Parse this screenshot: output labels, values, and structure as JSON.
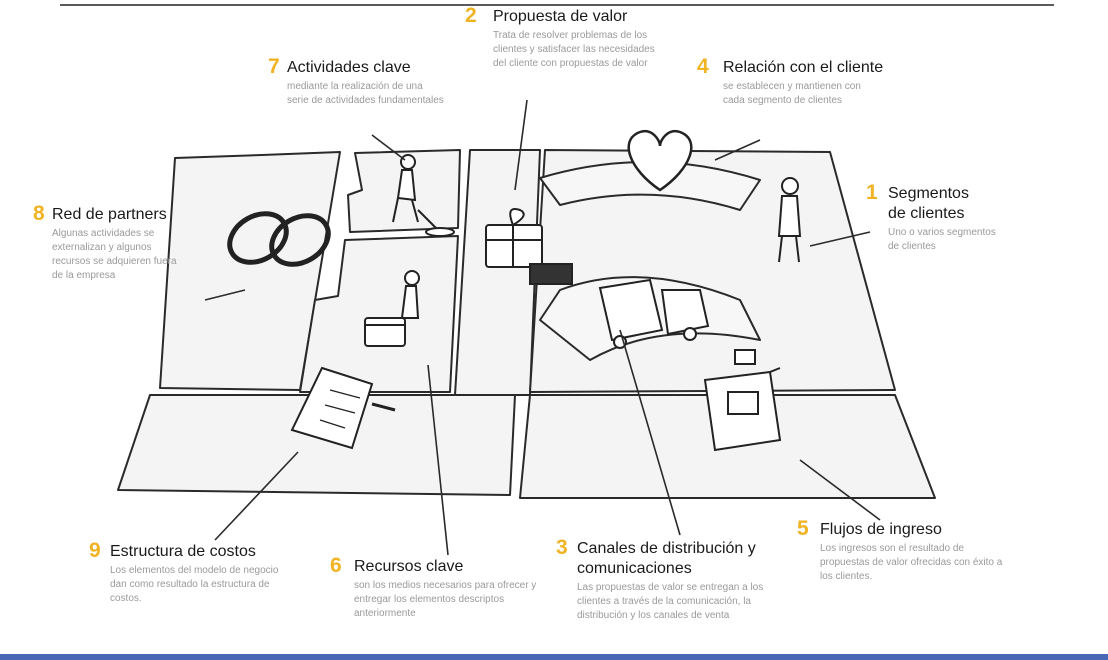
{
  "blocks": {
    "propuesta_valor": {
      "number": "2",
      "title": "Propuesta de valor",
      "desc": "Trata de resolver problemas de los clientes y satisfacer las necesidades del cliente con propuestas de valor"
    },
    "actividades_clave": {
      "number": "7",
      "title": "Actividades clave",
      "desc": "mediante la realización de una serie de actividades fundamentales"
    },
    "relacion_cliente": {
      "number": "4",
      "title": "Relación con el cliente",
      "desc": "se establecen y mantienen con cada segmento de clientes"
    },
    "segmentos_clientes": {
      "number": "1",
      "title_line1": "Segmentos",
      "title_line2": "de clientes",
      "desc": "Uno o varios segmentos de clientes"
    },
    "red_partners": {
      "number": "8",
      "title": "Red de partners",
      "desc": "Algunas actividades se externalizan y algunos recursos se adquieren fuera de la empresa"
    },
    "flujos_ingreso": {
      "number": "5",
      "title": "Flujos de ingreso",
      "desc": "Los ingresos son el resultado de propuestas de valor ofrecidas con éxito a los clientes."
    },
    "estructura_costos": {
      "number": "9",
      "title": "Estructura de  costos",
      "desc": "Los elementos del modelo de negocio dan como resultado la estructura de costos."
    },
    "recursos_clave": {
      "number": "6",
      "title": "Recursos clave",
      "desc": "son los medios necesarios para ofrecer y entregar los elementos descriptos anteriormente"
    },
    "canales": {
      "number": "3",
      "title_line1": "Canales de distribución y",
      "title_line2": "comunicaciones",
      "desc": "Las propuestas de valor se entregan a los clientes a través de la comunicación, la distribución y los canales de venta"
    }
  },
  "colors": {
    "number_accent": "#f0b323",
    "title_text": "#1a1a1a",
    "desc_text": "#9a9a9a",
    "sketch_line": "#2a2a2a",
    "bottom_bar": "#4a67b5"
  },
  "icons": [
    "interlocked-rings-icon",
    "worker-digging-icon",
    "worker-with-box-icon",
    "gift-box-icon",
    "heart-icon",
    "person-standing-icon",
    "delivery-truck-icon",
    "cash-register-icon",
    "invoice-paper-icon"
  ]
}
